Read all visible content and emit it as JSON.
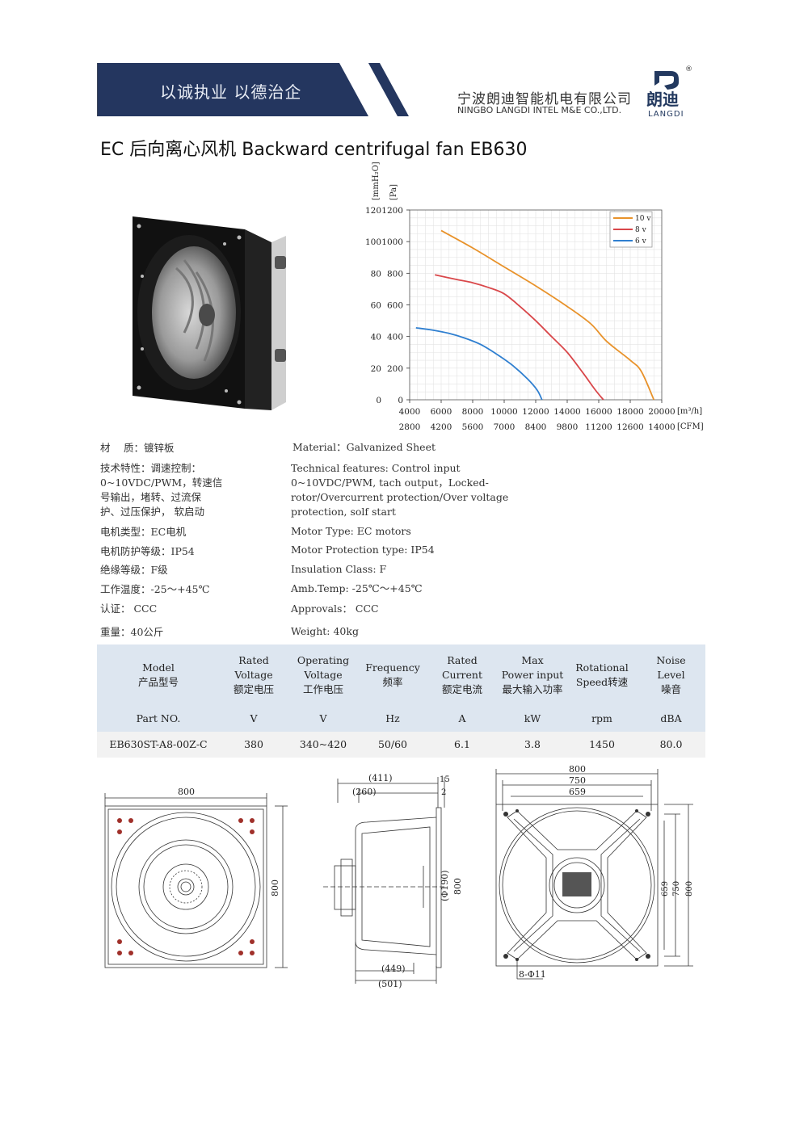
{
  "header": {
    "slogan": "以诚执业 以德治企",
    "company_cn": "宁波朗迪智能机电有限公司",
    "company_en": "NINGBO LANGDI INTEL M&E CO.,LTD.",
    "logo_text_cn": "朗迪",
    "logo_text_en": "LANGDI",
    "logo_mark": "®"
  },
  "title": "EC 后向离心风机  Backward centrifugal fan    EB630",
  "colors": {
    "banner": "#24365f",
    "curve_10v": "#e8922a",
    "curve_8v": "#d9474a",
    "curve_6v": "#2f7fd0",
    "table_header": "#dde6f0"
  },
  "chart_data": {
    "type": "line",
    "y_unit_mm": "[mmH₂O]",
    "y_unit_pa": "[Pa]",
    "x_unit_m3h": "[m³/h]",
    "x_unit_cfm": "[CFM]",
    "y_ticks_mm": [
      "120",
      "100",
      "80",
      "60",
      "40",
      "20",
      "0"
    ],
    "y_ticks_pa": [
      "1200",
      "1000",
      "800",
      "600",
      "400",
      "200",
      "0"
    ],
    "x_ticks_m3h": [
      "4000",
      "6000",
      "8000",
      "10000",
      "12000",
      "14000",
      "16000",
      "18000",
      "20000"
    ],
    "x_ticks_cfm": [
      "2800",
      "4200",
      "5600",
      "7000",
      "8400",
      "9800",
      "11200",
      "12600",
      "14000"
    ],
    "xlim": [
      4000,
      20000
    ],
    "ylim": [
      0,
      1200
    ],
    "grid": true,
    "legend_position": "top-right",
    "series": [
      {
        "name": "10 v",
        "color": "#e8922a",
        "x": [
          6000,
          8000,
          10000,
          12000,
          14000,
          15500,
          16500,
          18000,
          18700,
          19500
        ],
        "y": [
          1070,
          960,
          840,
          720,
          590,
          480,
          370,
          250,
          180,
          0
        ]
      },
      {
        "name": "8 v",
        "color": "#d9474a",
        "x": [
          5600,
          7000,
          8000,
          9000,
          10000,
          11000,
          12000,
          13000,
          14000,
          15000,
          15800,
          16300
        ],
        "y": [
          790,
          760,
          740,
          710,
          670,
          590,
          500,
          400,
          300,
          170,
          60,
          0
        ]
      },
      {
        "name": "6 v",
        "color": "#2f7fd0",
        "x": [
          4400,
          5500,
          6500,
          7500,
          8500,
          9500,
          10500,
          11500,
          12100,
          12400
        ],
        "y": [
          455,
          440,
          420,
          390,
          350,
          290,
          220,
          130,
          60,
          0
        ]
      }
    ]
  },
  "specs": [
    {
      "cn": "材　 质：镀锌板",
      "en": "Material：Galvanized Sheet"
    },
    {
      "cn_lines": [
        "技术特性：调速控制：",
        "0~10VDC/PWM，转速信",
        "号输出，堵转、过流保",
        "护、过压保护， 软启动"
      ],
      "en_lines": [
        "Technical features: Control input",
        "0~10VDC/PWM, tach output，Locked-",
        "rotor/Overcurrent protection/Over voltage",
        "protection, solf start"
      ]
    },
    {
      "cn": "电机类型：EC电机",
      "en": "Motor Type: EC motors"
    },
    {
      "cn": "电机防护等级：IP54",
      "en": "Motor Protection type: IP54"
    },
    {
      "cn": "绝缘等级：F级",
      "en": "Insulation Class: F"
    },
    {
      "cn": "工作温度：-25～+45℃",
      "en": "Amb.Temp: -25℃～+45℃"
    },
    {
      "cn": "认证： CCC",
      "en": "Approvals： CCC"
    },
    {
      "cn": "重量：40公斤",
      "en": "Weight: 40kg"
    }
  ],
  "table": {
    "headers": [
      [
        "Model",
        "产品型号"
      ],
      [
        "Rated",
        "Voltage",
        "额定电压"
      ],
      [
        "Operating",
        "Voltage",
        "工作电压"
      ],
      [
        "Frequency",
        "频率"
      ],
      [
        "Rated",
        "Current",
        "额定电流"
      ],
      [
        "Max",
        "Power input",
        "最大输入功率"
      ],
      [
        "Rotational",
        "Speed转速"
      ],
      [
        "Noise",
        "Level",
        "噪音"
      ]
    ],
    "units": [
      "Part NO.",
      "V",
      "V",
      "Hz",
      "A",
      "kW",
      "rpm",
      "dBA"
    ],
    "row": [
      "EB630ST-A8-00Z-C",
      "380",
      "340~420",
      "50/60",
      "6.1",
      "3.8",
      "1450",
      "80.0"
    ]
  },
  "drawings": {
    "front": {
      "width": "800",
      "height": "800"
    },
    "side": {
      "d411": "(411)",
      "d260": "(260)",
      "d15": "15",
      "d2": "2",
      "d190": "(Φ190)",
      "d800": "800",
      "d449": "(449)",
      "d501": "(501)"
    },
    "rear": {
      "d800": "800",
      "d750": "750",
      "d659": "659",
      "v659": "659",
      "v750": "750",
      "v800": "800",
      "holes": "8-Φ11"
    }
  }
}
